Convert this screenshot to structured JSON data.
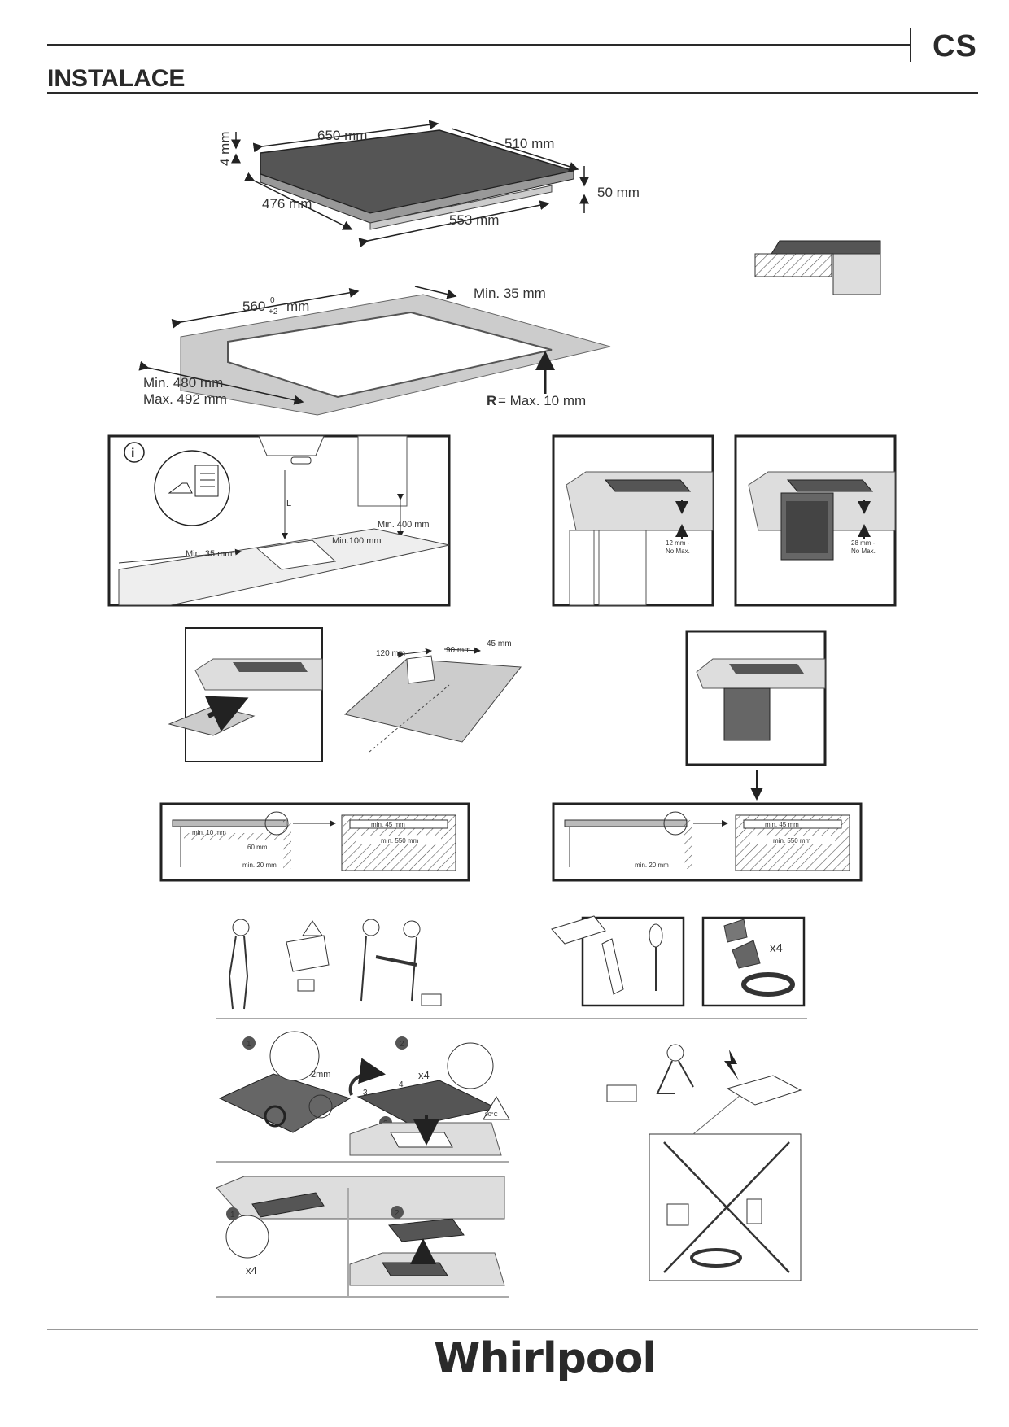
{
  "header": {
    "lang": "CS",
    "title": "INSTALACE"
  },
  "fig1": {
    "thickness": "4 mm",
    "width": "650 mm",
    "depth": "510 mm",
    "inner_depth": "476 mm",
    "inner_width": "553 mm",
    "height": "50 mm"
  },
  "fig2": {
    "width": "560",
    "width_tol_top": "0",
    "width_tol_bottom": "+2",
    "width_unit": "mm",
    "min_edge": "Min. 35 mm",
    "depth_min": "Min. 480 mm",
    "depth_max": "Max. 492 mm",
    "radius_letter": "R",
    "radius_text": " = Max. 10 mm"
  },
  "fig3": {
    "info_icon": "i",
    "label_l": "L",
    "min400": "Min. 400 mm",
    "min100": "Min.100 mm",
    "min35": "Min. 35 mm"
  },
  "fig4": {
    "gap1_line1": "12 mm -",
    "gap1_line2": "No Max.",
    "gap2_line1": "28 mm -",
    "gap2_line2": "No Max."
  },
  "fig5": {
    "d120": "120 mm",
    "d90": "90 mm",
    "d45": "45 mm"
  },
  "fig6": {
    "min10": "min. 10 mm",
    "d60": "60 mm",
    "min20a": "min. 20 mm",
    "min45a": "min. 45 mm",
    "min550a": "min. 550 mm",
    "min20b": "min. 20 mm",
    "min45b": "min. 45 mm",
    "min550b": "min. 550 mm"
  },
  "fig7": {
    "x4": "x4"
  },
  "fig8": {
    "step1": "1",
    "step2": "2",
    "step3": "3",
    "gap": "2mm",
    "x4": "x4",
    "n3": "3",
    "n4": "4",
    "temp": "90°C"
  },
  "fig9": {
    "step1": "1",
    "step2": "2",
    "x4": "x4"
  },
  "footer": {
    "brand": "Whirlpool"
  }
}
